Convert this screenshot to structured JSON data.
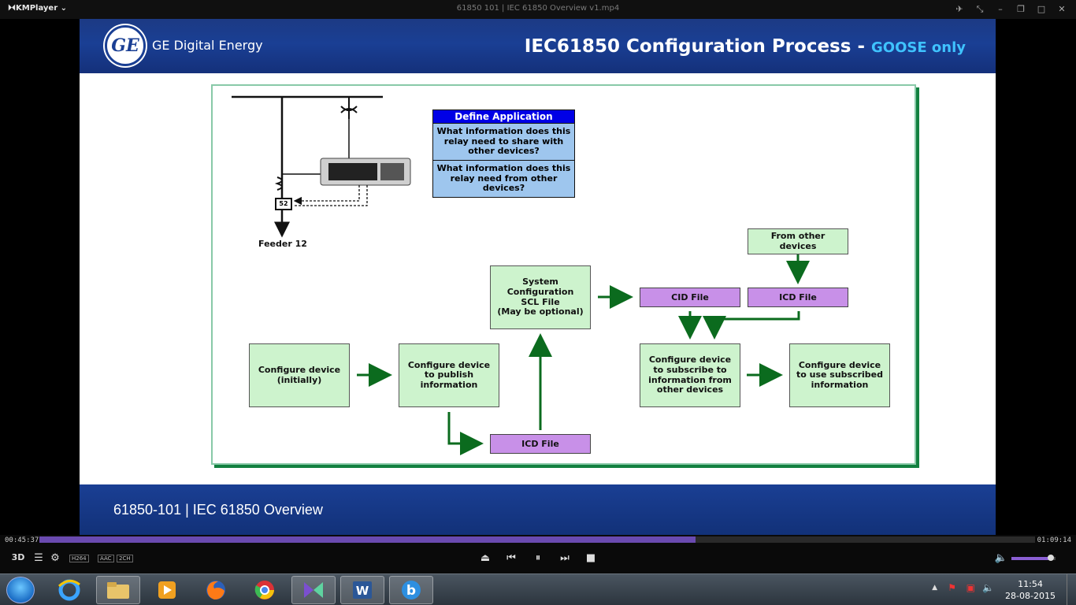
{
  "window": {
    "app_name": "KMPlayer",
    "title": "61850 101 | IEC 61850 Overview v1.mp4"
  },
  "slide": {
    "brand": "GE Digital Energy",
    "logo_text": "GE",
    "title_main": "IEC61850 Configuration Process - ",
    "title_highlight": "GOOSE only",
    "footer": "61850-101 | IEC 61850 Overview",
    "define_application": {
      "header": "Define Application",
      "q1": "What information does this relay need to share with other devices?",
      "q2": "What information does this relay need from other devices?"
    },
    "one_line": {
      "feeder_label": "Feeder 12",
      "breaker_label": "52"
    },
    "boxes": {
      "configure_initial": "Configure device\n(initially)",
      "configure_publish": "Configure device\nto publish\ninformation",
      "scl_file": "System\nConfiguration\nSCL File\n(May be optional)",
      "icd_file_bottom": "ICD File",
      "from_other": "From other\ndevices",
      "cid_file": "CID File",
      "icd_file_right": "ICD File",
      "configure_subscribe": "Configure device\nto subscribe to\ninformation from\nother devices",
      "configure_use": "Configure device\nto use subscribed\ninformation"
    },
    "colors": {
      "header_blue": "#1a3f94",
      "highlight_cyan": "#3fc3ff",
      "box_green": "#cdf3cd",
      "box_purple": "#c890e8",
      "arrow_green": "#0b6b1e",
      "def_header_blue": "#0000e6"
    }
  },
  "player": {
    "current_time": "00:45:37",
    "duration": "01:09:14",
    "progress": 0.659,
    "volume": 0.9,
    "badges": [
      "H264",
      "AAC",
      "2CH"
    ],
    "mode_3d": "3D"
  },
  "taskbar": {
    "time": "11:54",
    "date": "28-08-2015",
    "apps": [
      "explorer-icon",
      "ie-icon",
      "media-center-icon",
      "firefox-icon",
      "chrome-icon",
      "kmplayer-icon",
      "word-icon",
      "browser-b-icon"
    ]
  }
}
